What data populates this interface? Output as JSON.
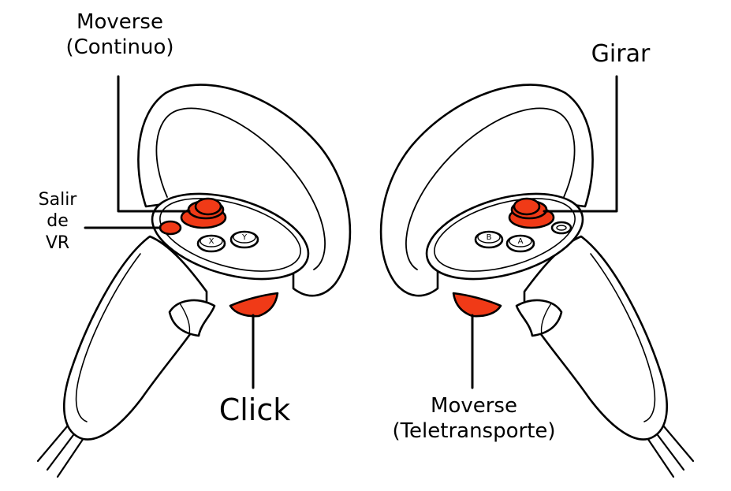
{
  "labels": {
    "left_stick": [
      "Moverse",
      "(Continuo)"
    ],
    "menu_button": [
      "Salir",
      "de",
      "VR"
    ],
    "left_trigger": "Click",
    "right_stick": "Girar",
    "right_trigger": [
      "Moverse",
      "(Teletransporte)"
    ]
  },
  "button_letters": {
    "left": [
      "X",
      "Y"
    ],
    "right": [
      "B",
      "A"
    ]
  },
  "colors": {
    "highlight": "#f03a17",
    "stroke": "#000000",
    "fill": "#ffffff"
  }
}
